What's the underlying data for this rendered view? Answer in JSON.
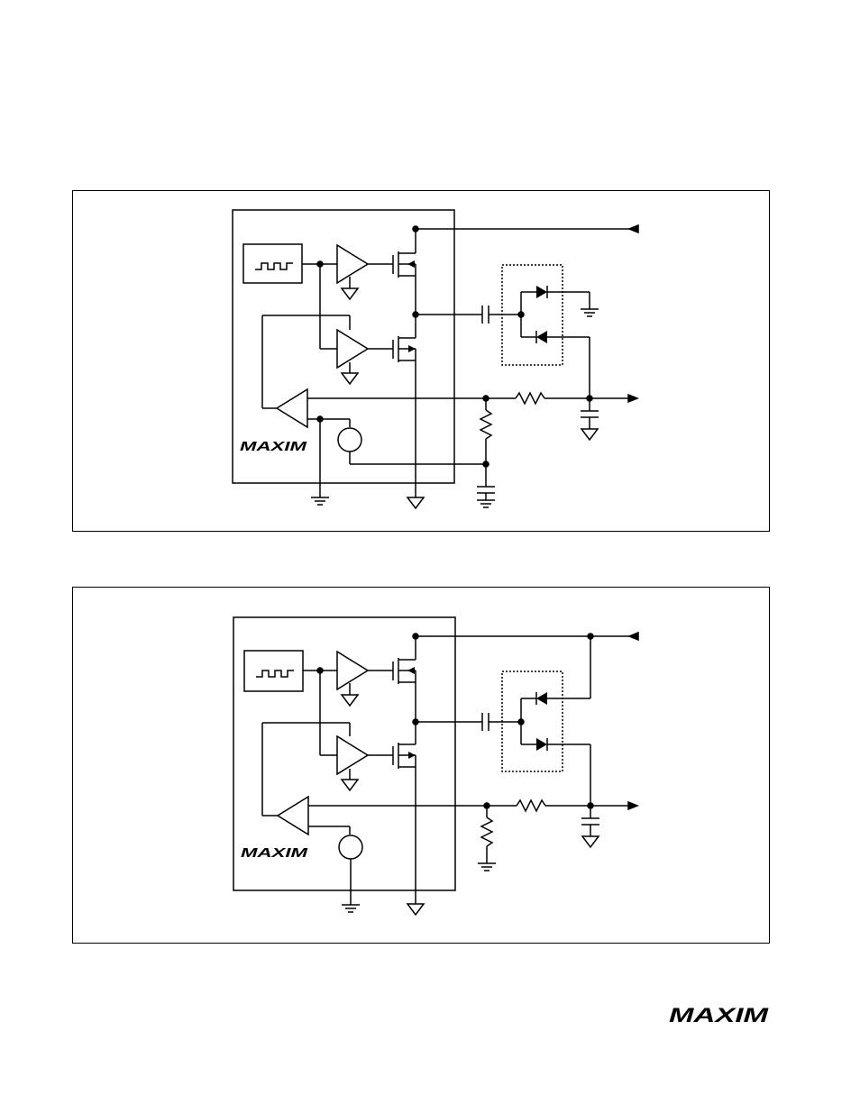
{
  "logos": {
    "page": {
      "text": "MAXIM"
    },
    "chip_top": {
      "text": "MAXIM"
    },
    "chip_bottom": {
      "text": "MAXIM"
    }
  },
  "diagrams": [
    {
      "name": "circuit-top"
    },
    {
      "name": "circuit-bottom"
    }
  ],
  "colors": {
    "line": "#000000",
    "background": "#ffffff"
  }
}
